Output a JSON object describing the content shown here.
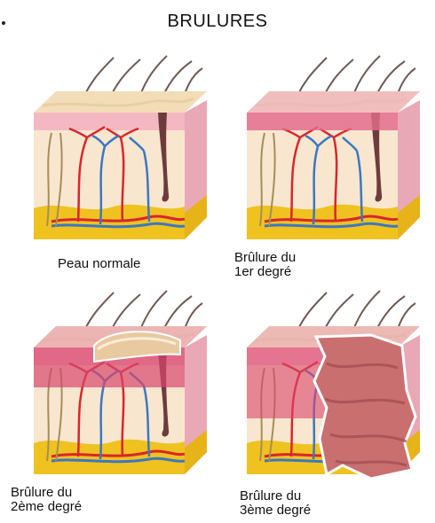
{
  "title": "BRULURES",
  "colors": {
    "skin_surface": "#f3ddb8",
    "epidermis_normal": "#f4b8c2",
    "epidermis_red": "#e2708c",
    "dermis": "#f9e6cf",
    "fat": "#f0c21f",
    "artery": "#d9262c",
    "vein": "#3a78c2",
    "nerve": "#a38f5a",
    "hair": "#6e5a55",
    "blister": "#e9c9a0",
    "wound": "#c96f70"
  },
  "panels": [
    {
      "id": "normal",
      "caption_lines": [
        "Peau normale"
      ],
      "icons": [
        "skin-block-icon"
      ]
    },
    {
      "id": "first",
      "caption_lines": [
        "Brûlure du",
        "1er degré"
      ],
      "icons": [
        "skin-block-icon"
      ]
    },
    {
      "id": "second",
      "caption_lines": [
        "Brûlure du",
        "2ème degré"
      ],
      "icons": [
        "skin-block-icon",
        "blister-icon"
      ]
    },
    {
      "id": "third",
      "caption_lines": [
        "Brûlure du",
        "3ème degré"
      ],
      "icons": [
        "skin-block-icon",
        "wound-icon"
      ]
    }
  ]
}
